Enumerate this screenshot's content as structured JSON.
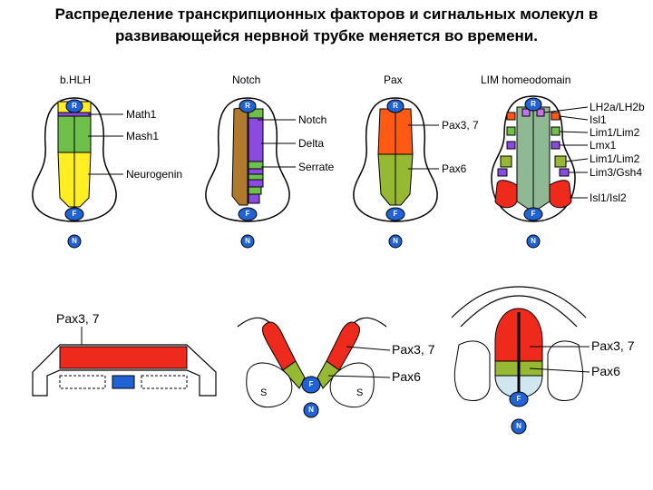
{
  "title": {
    "line1": "Распределение транскрипционных факторов и сигнальных молекул в",
    "line2": "развивающейся нервной трубке меняется во времени."
  },
  "panels": [
    {
      "heading": "b.HLH",
      "labels": [
        "Math1",
        "Mash1",
        "Neurogenin"
      ]
    },
    {
      "heading": "Notch",
      "labels": [
        "Notch",
        "Delta",
        "Serrate"
      ]
    },
    {
      "heading": "Pax",
      "labels": [
        "Pax3, 7",
        "Pax6"
      ]
    },
    {
      "heading": "LIM homeodomain",
      "labels": [
        "LH2a/LH2b",
        "Isl1",
        "Lim1/Lim2",
        "Lmx1",
        "Lim1/Lim2",
        "Lim3/Gsh4",
        "Isl1/Isl2"
      ]
    }
  ],
  "markers": {
    "roof": "R",
    "floor": "F",
    "notochord": "N",
    "somite": "S"
  },
  "bottom": {
    "left_label": "Pax3, 7",
    "middle_labels": [
      "Pax3, 7",
      "Pax6"
    ],
    "right_labels": [
      "Pax3, 7",
      "Pax6"
    ]
  },
  "colors": {
    "red": "#ee2a1c",
    "green": "#6ec04b",
    "yellow": "#ffee22",
    "brown": "#b07a2e",
    "blue": "#1f63d6",
    "purple": "#8a4be0",
    "orange": "#ff5a14",
    "olive": "#97b833",
    "sage": "#8fb894",
    "lightgreen": "#b4e16c",
    "lightblue": "#cfe8f0",
    "light_purple": "#c86ff2"
  }
}
